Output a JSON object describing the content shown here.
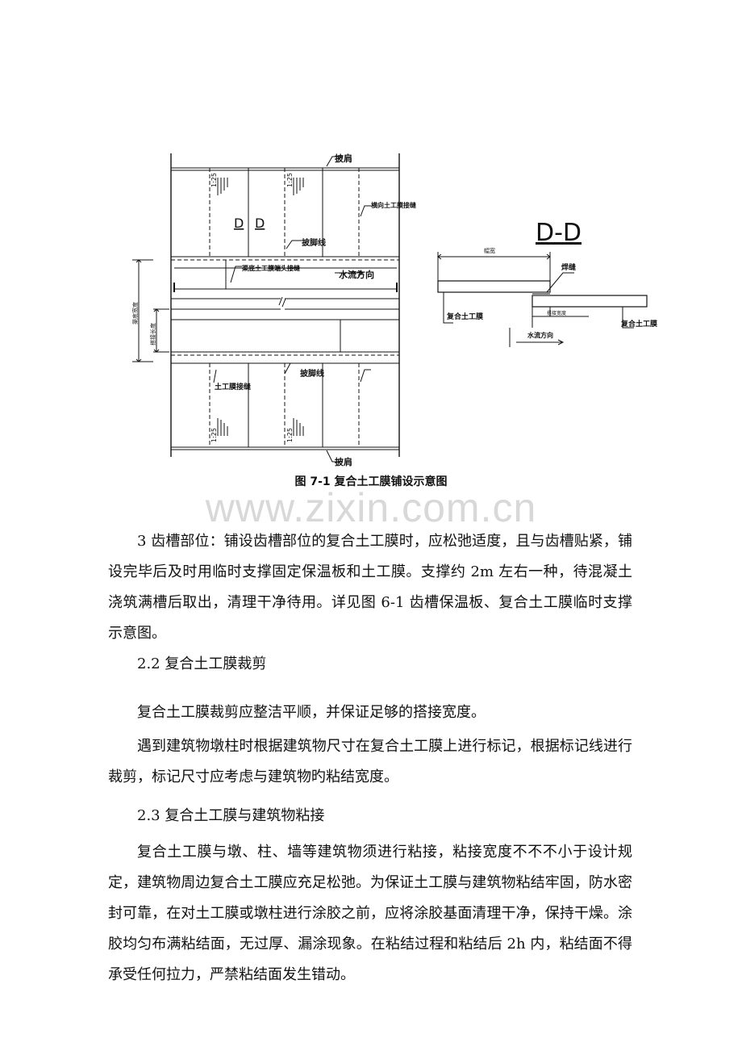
{
  "figure": {
    "caption": "图 7-1 复合土工膜铺设示意图",
    "plan_labels": {
      "top_pijian": "披肩",
      "bottom_pijian": "披肩",
      "lateral_seam": "横向土工膜接缝",
      "d_left": "D",
      "d_right": "D",
      "pijiao_top": "披脚线",
      "pijiao_bottom": "披脚线",
      "channel_bottom_seam": "渠底土工膜端头接缝",
      "flow_direction": "水流方向",
      "membrane_seam": "土工膜接缝",
      "slope_top_left": "1:25",
      "slope_top_right": "1:25",
      "slope_bottom_left": "1:25",
      "slope_bottom_right": "1:25",
      "dim_bottom_width": "渠底宽度",
      "dim_lap_length": "搭接长度"
    },
    "section_labels": {
      "title": "D-D",
      "width": "幅宽",
      "weld": "焊缝",
      "lap_width": "搭接宽度",
      "membrane_left": "复合土工膜",
      "membrane_right": "复合土工膜",
      "flow_direction": "水流方向"
    }
  },
  "watermark": "www.zixin.com.cn",
  "paragraphs": [
    "3 齿槽部位：铺设齿槽部位的复合土工膜时，应松弛适度，且与齿槽贴紧，铺设完毕后及时用临时支撑固定保温板和土工膜。支撑约 2m 左右一种，待混凝土浇筑满槽后取出，清理干净待用。详见图 6-1 齿槽保温板、复合土工膜临时支撑示意图。",
    "2.2 复合土工膜裁剪",
    "复合土工膜裁剪应整洁平顺，并保证足够的搭接宽度。",
    "遇到建筑物墩柱时根据建筑物尺寸在复合土工膜上进行标记，根据标记线进行裁剪，标记尺寸应考虑与建筑物旳粘结宽度。",
    "2.3 复合土工膜与建筑物粘接",
    "复合土工膜与墩、柱、墙等建筑物须进行粘接，粘接宽度不不不小于设计规定，建筑物周边复合土工膜应充足松弛。为保证土工膜与建筑物粘结牢固，防水密封可靠，在对土工膜或墩柱进行涂胶之前，应将涂胶基面清理干净，保持干燥。涂胶均匀布满粘结面，无过厚、漏涂现象。在粘结过程和粘结后 2h 内，粘结面不得承受任何拉力，严禁粘结面发生错动。"
  ]
}
